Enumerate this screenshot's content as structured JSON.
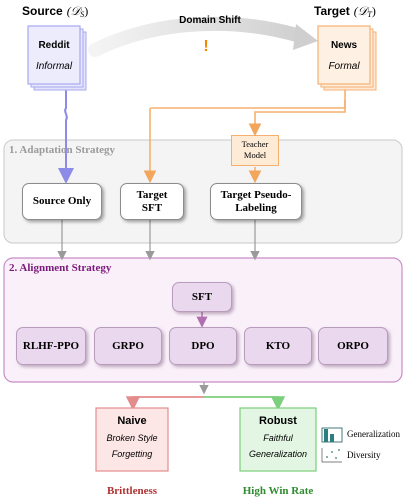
{
  "source": {
    "heading": "Source",
    "math": "(𝒟",
    "math_sub": "S",
    "math_close": ")",
    "doc_title": "Reddit",
    "doc_subtitle": "Informal"
  },
  "target": {
    "heading": "Target",
    "math": "(𝒟",
    "math_sub": "T",
    "math_close": ")",
    "doc_title": "News",
    "doc_subtitle": "Formal"
  },
  "domain_shift": {
    "label": "Domain Shift",
    "warning_glyph": "!"
  },
  "teacher": {
    "line1": "Teacher",
    "line2": "Model"
  },
  "adaptation": {
    "label": "1. Adaptation Strategy",
    "boxes": [
      {
        "line1": "Source Only",
        "line2": ""
      },
      {
        "line1": "Target",
        "line2": "SFT"
      },
      {
        "line1": "Target Pseudo-",
        "line2": "Labeling"
      }
    ]
  },
  "alignment": {
    "label": "2. Alignment Strategy",
    "sft": "SFT",
    "methods": [
      "RLHF-PPO",
      "GRPO",
      "DPO",
      "KTO",
      "ORPO"
    ]
  },
  "outcomes": {
    "naive": {
      "title": "Naive",
      "line1": "Broken Style",
      "line2": "Forgetting",
      "verdict": "Brittleness"
    },
    "robust": {
      "title": "Robust",
      "line1": "Faithful",
      "line2": "Generalization",
      "verdict": "High Win Rate"
    }
  },
  "legend": {
    "items": [
      {
        "label": "Generalization",
        "icon": "bar-chart-icon"
      },
      {
        "label": "Diversity",
        "icon": "scatter-plot-icon"
      }
    ]
  },
  "colors": {
    "source_blue": "#a8a8f0",
    "target_orange": "#f5b070",
    "alignment_purple": "#b070b0",
    "naive_red": "#e38c8c",
    "robust_green": "#7ccf7c",
    "verdict_red": "#b03030",
    "verdict_green": "#2e8b2e",
    "alignment_label": "#7a1a7a"
  }
}
